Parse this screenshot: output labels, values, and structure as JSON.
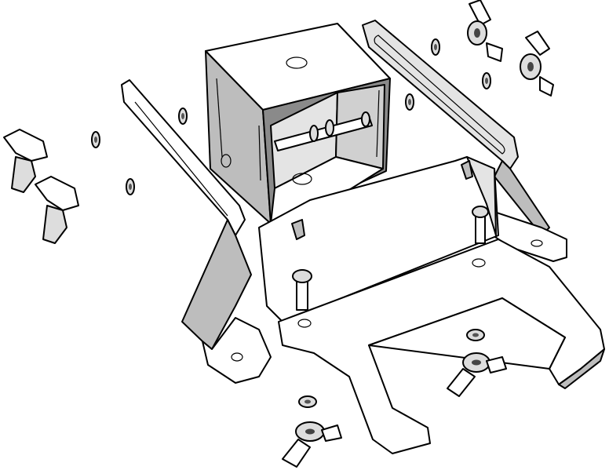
{
  "figure": {
    "style": "sketch-style exploded assembly view",
    "colors": {
      "face_light": "#ffffff",
      "face_mid": "#e4e4e4",
      "face_dark": "#bdbdbd",
      "face_shadow": "#8a8a8a",
      "outline": "#000000"
    },
    "parts": [
      "box-bracket",
      "left-slotted-bracket",
      "right-slotted-bracket",
      "base-plate",
      "wing-nuts",
      "washers",
      "screws"
    ]
  }
}
